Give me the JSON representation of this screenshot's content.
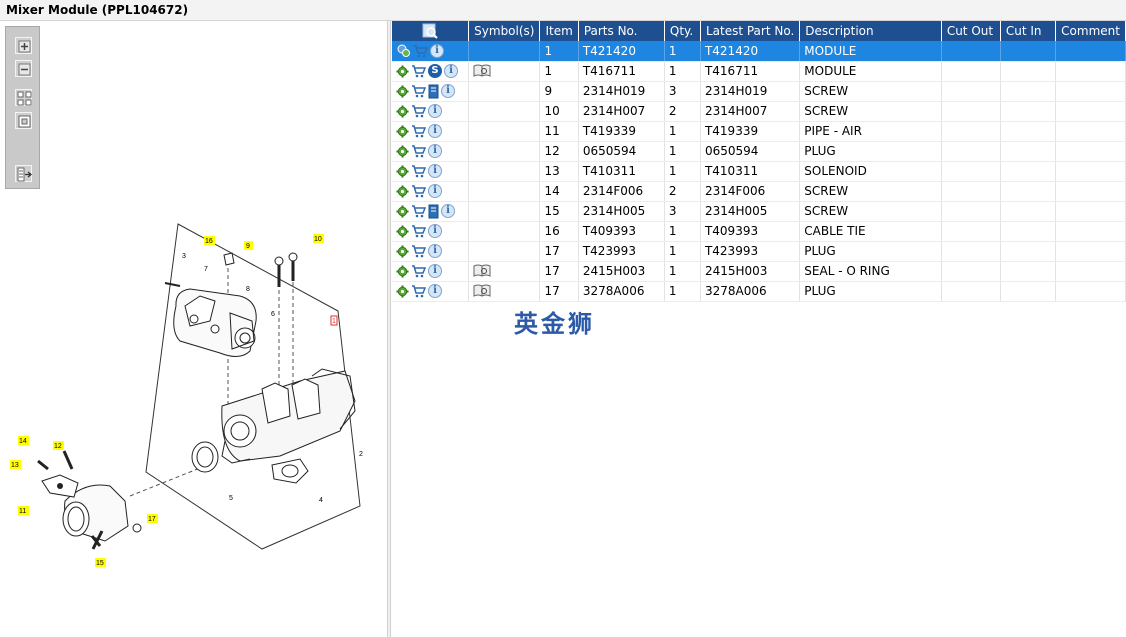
{
  "window": {
    "title": "Mixer Module (PPL104672)"
  },
  "toolbar": {
    "tools": [
      {
        "icon": "zoom-in-icon"
      },
      {
        "icon": "zoom-out-icon"
      },
      {
        "icon": "fit-all-icon"
      },
      {
        "icon": "fit-window-icon"
      },
      {
        "icon": "toggle-panel-icon"
      }
    ]
  },
  "grid": {
    "columns": [
      "",
      "Symbol(s)",
      "Item",
      "Parts No.",
      "Qty.",
      "Latest Part No.",
      "Description",
      "Cut Out",
      "Cut In",
      "Comment"
    ],
    "rows": [
      {
        "item": "1",
        "part": "T421420",
        "qty": "1",
        "latest": "T421420",
        "desc": "MODULE",
        "icons": [
          "config",
          "cart",
          "info"
        ],
        "symbol": "",
        "selected": true
      },
      {
        "item": "1",
        "part": "T416711",
        "qty": "1",
        "latest": "T416711",
        "desc": "MODULE",
        "icons": [
          "gear",
          "cart",
          "service",
          "info"
        ],
        "symbol": "book",
        "selected": false
      },
      {
        "item": "9",
        "part": "2314H019",
        "qty": "3",
        "latest": "2314H019",
        "desc": "SCREW",
        "icons": [
          "gear",
          "cart",
          "doc",
          "info"
        ],
        "symbol": "",
        "selected": false
      },
      {
        "item": "10",
        "part": "2314H007",
        "qty": "2",
        "latest": "2314H007",
        "desc": "SCREW",
        "icons": [
          "gear",
          "cart",
          "info"
        ],
        "symbol": "",
        "selected": false
      },
      {
        "item": "11",
        "part": "T419339",
        "qty": "1",
        "latest": "T419339",
        "desc": "PIPE - AIR",
        "icons": [
          "gear",
          "cart",
          "info"
        ],
        "symbol": "",
        "selected": false
      },
      {
        "item": "12",
        "part": "0650594",
        "qty": "1",
        "latest": "0650594",
        "desc": "PLUG",
        "icons": [
          "gear",
          "cart",
          "info"
        ],
        "symbol": "",
        "selected": false
      },
      {
        "item": "13",
        "part": "T410311",
        "qty": "1",
        "latest": "T410311",
        "desc": "SOLENOID",
        "icons": [
          "gear",
          "cart",
          "info"
        ],
        "symbol": "",
        "selected": false
      },
      {
        "item": "14",
        "part": "2314F006",
        "qty": "2",
        "latest": "2314F006",
        "desc": "SCREW",
        "icons": [
          "gear",
          "cart",
          "info"
        ],
        "symbol": "",
        "selected": false
      },
      {
        "item": "15",
        "part": "2314H005",
        "qty": "3",
        "latest": "2314H005",
        "desc": "SCREW",
        "icons": [
          "gear",
          "cart",
          "doc",
          "info"
        ],
        "symbol": "",
        "selected": false
      },
      {
        "item": "16",
        "part": "T409393",
        "qty": "1",
        "latest": "T409393",
        "desc": "CABLE TIE",
        "icons": [
          "gear",
          "cart",
          "info"
        ],
        "symbol": "",
        "selected": false
      },
      {
        "item": "17",
        "part": "T423993",
        "qty": "1",
        "latest": "T423993",
        "desc": "PLUG",
        "icons": [
          "gear",
          "cart",
          "info"
        ],
        "symbol": "",
        "selected": false
      },
      {
        "item": "17",
        "part": "2415H003",
        "qty": "1",
        "latest": "2415H003",
        "desc": "SEAL - O RING",
        "icons": [
          "gear",
          "cart",
          "info"
        ],
        "symbol": "book",
        "selected": false
      },
      {
        "item": "17",
        "part": "3278A006",
        "qty": "1",
        "latest": "3278A006",
        "desc": "PLUG",
        "icons": [
          "gear",
          "cart",
          "info"
        ],
        "symbol": "book",
        "selected": false
      }
    ]
  },
  "diagram": {
    "callouts": [
      "16",
      "9",
      "10",
      "3",
      "7",
      "8",
      "6",
      "1",
      "2",
      "5",
      "4",
      "14",
      "12",
      "13",
      "11",
      "17",
      "15"
    ]
  },
  "watermark": "英金狮",
  "colors": {
    "header_bg": "#1d4f91",
    "selected_row": "#1e86e0",
    "callout_highlight": "#ffff00"
  }
}
